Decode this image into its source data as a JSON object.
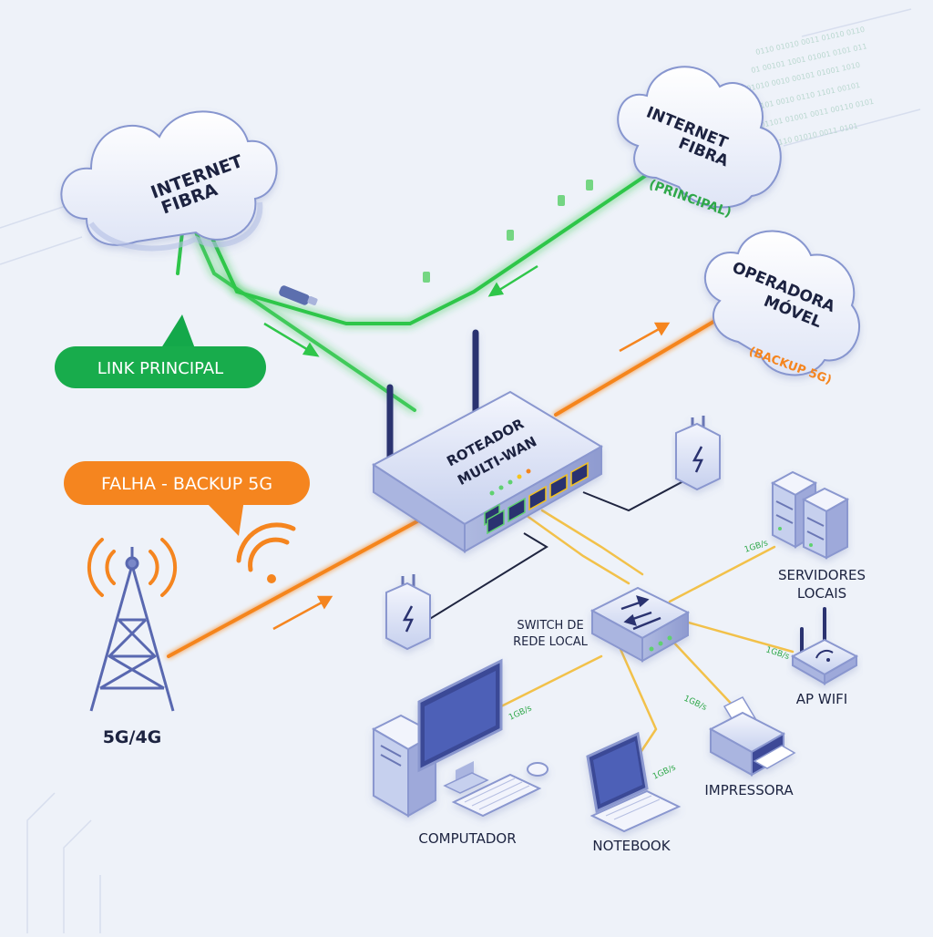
{
  "clouds": {
    "left": {
      "line1": "INTERNET",
      "line2": "FIBRA"
    },
    "right": {
      "line1": "INTERNET",
      "line2": "FIBRA",
      "tag": "(PRINCIPAL)"
    },
    "mobile": {
      "line1": "OPERADORA",
      "line2": "MÓVEL",
      "tag": "(BACKUP 5G)"
    }
  },
  "callouts": {
    "link_principal": "LINK PRINCIPAL",
    "falha_backup": "FALHA - BACKUP 5G"
  },
  "router": {
    "line1": "ROTEADOR",
    "line2": "MULTI-WAN"
  },
  "tower": {
    "label": "5G/4G"
  },
  "switch": {
    "line1": "SWITCH DE",
    "line2": "REDE LOCAL"
  },
  "devices": {
    "servers": {
      "line1": "SERVIDORES",
      "line2": "LOCAIS"
    },
    "ap": "AP WIFI",
    "printer": "IMPRESSORA",
    "computer": "COMPUTADOR",
    "notebook": "NOTEBOOK"
  },
  "speeds": {
    "servers": "1GB/s",
    "ap": "1GB/s",
    "printer": "1GB/s",
    "computer": "1GB/s",
    "notebook": "1GB/s"
  },
  "colors": {
    "primary_link": "#2fc64a",
    "backup_link": "#f5851f",
    "lan_link": "#f2c14a",
    "device_body": "#cdd6f1",
    "text_dark": "#1c2340"
  }
}
